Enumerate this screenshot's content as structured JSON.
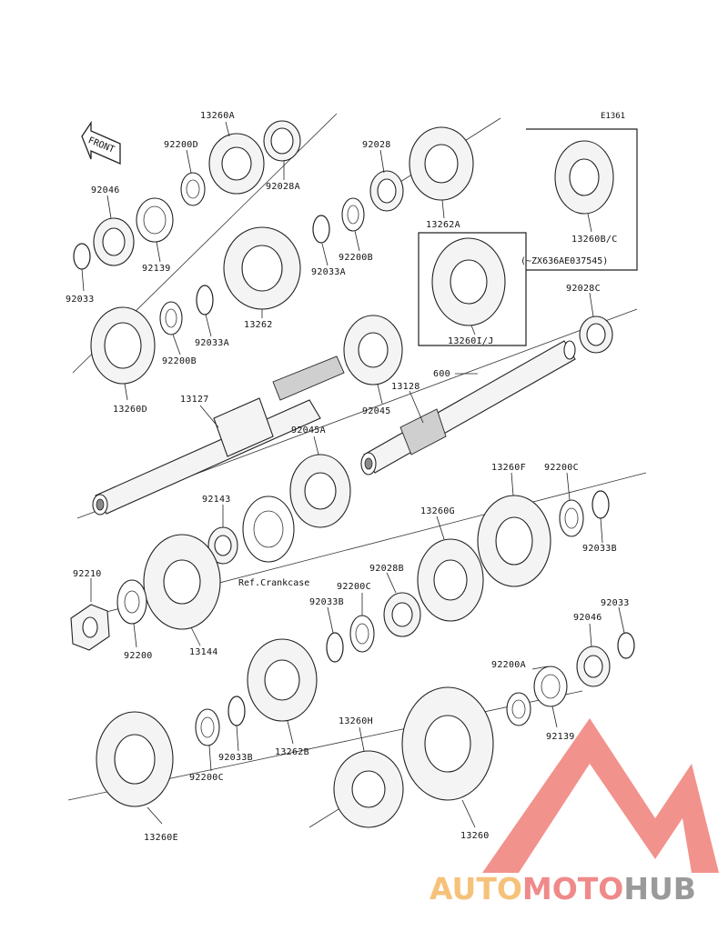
{
  "figure": {
    "code": "E1361",
    "front_marker": "FRONT",
    "ref_note": "Ref.Crankcase",
    "model_note": "(~ZX636AE037545)"
  },
  "parts": [
    {
      "id": "p13260A",
      "label": "13260A"
    },
    {
      "id": "p92200D",
      "label": "92200D"
    },
    {
      "id": "p92028A",
      "label": "92028A"
    },
    {
      "id": "p92028",
      "label": "92028"
    },
    {
      "id": "p92046",
      "label": "92046"
    },
    {
      "id": "p92139",
      "label": "92139"
    },
    {
      "id": "p92033",
      "label": "92033"
    },
    {
      "id": "p13262A",
      "label": "13262A"
    },
    {
      "id": "p92200B",
      "label": "92200B"
    },
    {
      "id": "p92033A",
      "label": "92033A"
    },
    {
      "id": "p13260BC",
      "label": "13260B/C"
    },
    {
      "id": "p13262",
      "label": "13262"
    },
    {
      "id": "p92033A2",
      "label": "92033A"
    },
    {
      "id": "p92200B2",
      "label": "92200B"
    },
    {
      "id": "p13260D",
      "label": "13260D"
    },
    {
      "id": "p13260IJ",
      "label": "13260I/J"
    },
    {
      "id": "p92028C",
      "label": "92028C"
    },
    {
      "id": "p600",
      "label": "600"
    },
    {
      "id": "p13128",
      "label": "13128"
    },
    {
      "id": "p13127",
      "label": "13127"
    },
    {
      "id": "p92045",
      "label": "92045"
    },
    {
      "id": "p92045A",
      "label": "92045A"
    },
    {
      "id": "p13260F",
      "label": "13260F"
    },
    {
      "id": "p92200C",
      "label": "92200C"
    },
    {
      "id": "p92143",
      "label": "92143"
    },
    {
      "id": "p13260G",
      "label": "13260G"
    },
    {
      "id": "p92033B",
      "label": "92033B"
    },
    {
      "id": "p92210",
      "label": "92210"
    },
    {
      "id": "p92028B",
      "label": "92028B"
    },
    {
      "id": "p92200C2",
      "label": "92200C"
    },
    {
      "id": "p92033B2",
      "label": "92033B"
    },
    {
      "id": "p92033_2",
      "label": "92033"
    },
    {
      "id": "p92046_2",
      "label": "92046"
    },
    {
      "id": "p92200",
      "label": "92200"
    },
    {
      "id": "p13144",
      "label": "13144"
    },
    {
      "id": "p92200A",
      "label": "92200A"
    },
    {
      "id": "p92139_2",
      "label": "92139"
    },
    {
      "id": "p13260H",
      "label": "13260H"
    },
    {
      "id": "p92033B3",
      "label": "92033B"
    },
    {
      "id": "p13262B",
      "label": "13262B"
    },
    {
      "id": "p92200C3",
      "label": "92200C"
    },
    {
      "id": "p13260E",
      "label": "13260E"
    },
    {
      "id": "p13260",
      "label": "13260"
    }
  ],
  "watermark": {
    "segments": [
      {
        "text": "AUTO",
        "color": "#f6c27a"
      },
      {
        "text": "MOTO",
        "color": "#f08a8a"
      },
      {
        "text": "HUB",
        "color": "#9a9a9a"
      }
    ],
    "logo_color": "#f07f78"
  }
}
